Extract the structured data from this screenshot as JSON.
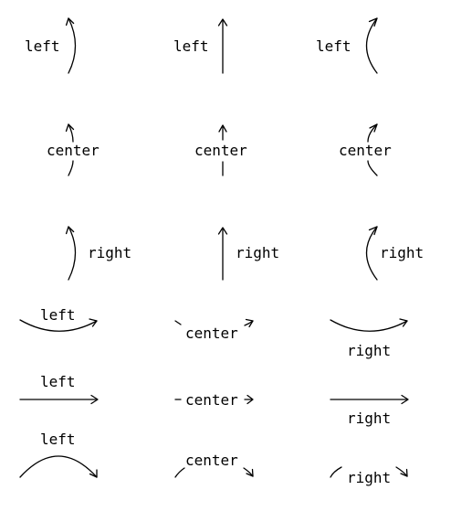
{
  "labels": {
    "left": "left",
    "center": "center",
    "right": "right"
  },
  "colors": {
    "background": "#ffffff",
    "stroke": "#000000"
  }
}
